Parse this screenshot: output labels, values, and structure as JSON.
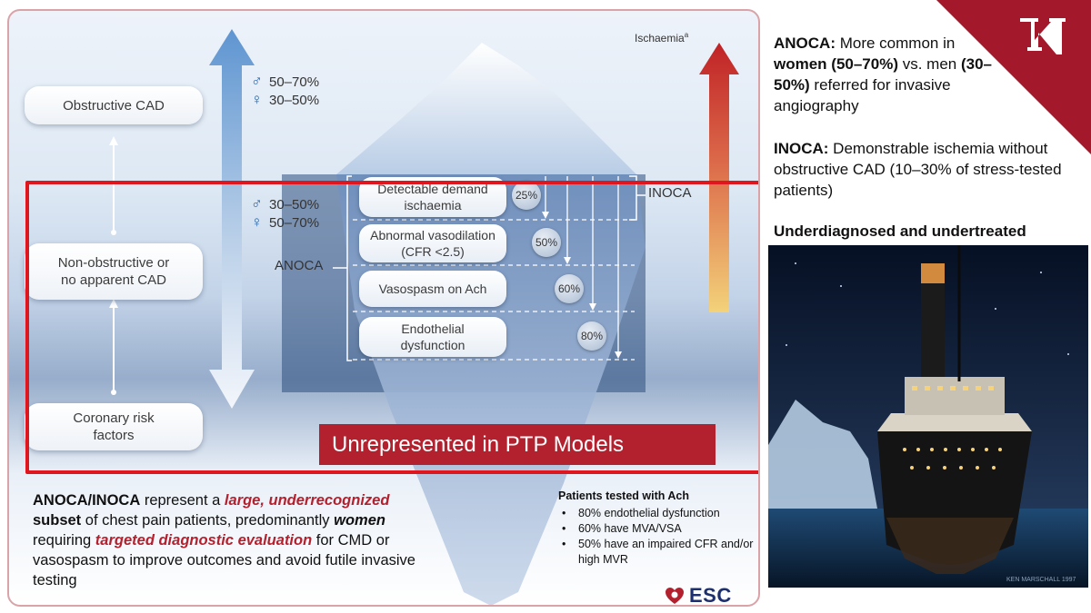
{
  "figure": {
    "levels": {
      "obstructive": "Obstructive CAD",
      "non_obstructive": "Non-obstructive or\nno apparent CAD",
      "risk_factors": "Coronary risk\nfactors"
    },
    "sex_upper": {
      "male": "50–70%",
      "female": "30–50%"
    },
    "sex_lower": {
      "male": "30–50%",
      "female": "50–70%"
    },
    "anoca_label": "ANOCA",
    "inoca_label": "INOCA",
    "ischaemia_label": "Ischaemia",
    "ischaemia_sup": "a",
    "categories": [
      {
        "label": "Detectable demand\nischaemia",
        "pct": "25%"
      },
      {
        "label": "Abnormal vasodilation\n(CFR <2.5)",
        "pct": "50%"
      },
      {
        "label": "Vasospasm on Ach",
        "pct": "60%"
      },
      {
        "label": "Endothelial\ndysfunction",
        "pct": "80%"
      }
    ],
    "banner": "Unrepresented in PTP Models",
    "summary": {
      "p1": "ANOCA/INOCA",
      "p2": " represent a ",
      "p3": "large, underrecognized",
      "p4": "subset",
      "p5": " of chest pain patients, predominantly ",
      "p6": "women",
      "p7": " requiring ",
      "p8": "targeted diagnostic evaluation",
      "p9": " for CMD or vasospasm to improve outcomes and avoid futile invasive testing"
    },
    "ach": {
      "title": "Patients tested with Ach",
      "items": [
        "80% endothelial dysfunction",
        "60% have MVA/VSA",
        "50% have an impaired CFR and/or high MVR"
      ]
    },
    "esc_logo": "ESC"
  },
  "right": {
    "anoca_title": "ANOCA:",
    "anoca_t1": " More common in ",
    "anoca_women": "women (50–70%)",
    "anoca_t2": " vs. men ",
    "anoca_men": "(30–50%)",
    "anoca_t3": " referred for invasive angiography",
    "inoca_title": "INOCA:",
    "inoca_text": " Demonstrable ischemia without obstructive CAD (10–30% of stress-tested patients)",
    "under": "Underdiagnosed and undertreated",
    "photo_credit": "KEN MARSCHALL 1997"
  },
  "colors": {
    "accent_red": "#b3212e",
    "box_red": "#e0161f",
    "corner_red": "#a3192b",
    "male_blue": "#2a66a8",
    "esc_blue": "#1e2f6e"
  }
}
